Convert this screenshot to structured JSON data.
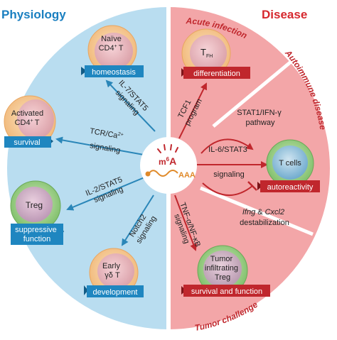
{
  "sides": {
    "left_title": "Physiology",
    "right_title": "Disease"
  },
  "colors": {
    "physiology_bg": "#b9ddf0",
    "disease_bg": "#f3a6a8",
    "physiology_arrow": "#2a86b8",
    "disease_arrow": "#c0272d",
    "badge_blue": "#1f86c0",
    "badge_red": "#c0272d",
    "title_blue": "#1a7fc0",
    "title_red": "#d6282e"
  },
  "center": {
    "label_html_note": "m6A",
    "label_main": "m",
    "label_sup": "6",
    "label_end": "A",
    "tail": "AAA"
  },
  "physiology": {
    "cells": [
      {
        "name_lines": [
          "Naïve",
          "CD4",
          "T"
        ],
        "sup": "+",
        "badge": "homeostasis"
      },
      {
        "name_lines": [
          "Activated",
          "CD4",
          "T"
        ],
        "sup": "+",
        "badge": "survival"
      },
      {
        "name_lines": [
          "Treg"
        ],
        "badge_lines": [
          "suppressive",
          "function"
        ]
      },
      {
        "name_lines": [
          "Early",
          "γδ T"
        ],
        "badge": "development"
      }
    ],
    "signals": [
      {
        "lines": [
          "IL-7/STAT5",
          "signaling"
        ]
      },
      {
        "line1_main": "TCR/Ca",
        "line1_sup": "2+",
        "line2": "signaling"
      },
      {
        "lines": [
          "IL-2/STAT5",
          "signaling"
        ]
      },
      {
        "lines": [
          "Notch2",
          "signaling"
        ]
      }
    ]
  },
  "disease": {
    "sections": {
      "acute": "Acute infection",
      "autoimmune": "Autoimmune disease",
      "tumor": "Tumor challenge"
    },
    "tfh": {
      "main": "T",
      "sub": "FH",
      "badge": "differentiation"
    },
    "tfh_signal": [
      "TCF1",
      "program"
    ],
    "tcells": {
      "name": "T cells",
      "badge": "autoreactivity"
    },
    "stat1": [
      "STAT1/IFN-γ",
      "pathway"
    ],
    "il6": [
      "IL-6/STAT3",
      "signaling"
    ],
    "destab": {
      "g1": "Ifng",
      "amp": "&",
      "g2": "Cxcl2",
      "line2": "destabilization"
    },
    "tnf": [
      "TNF-α/NF-κB",
      "signaling"
    ],
    "tumor_treg": {
      "name_lines": [
        "Tumor",
        "infiltrating",
        "Treg"
      ],
      "badge": "survival and function"
    }
  }
}
